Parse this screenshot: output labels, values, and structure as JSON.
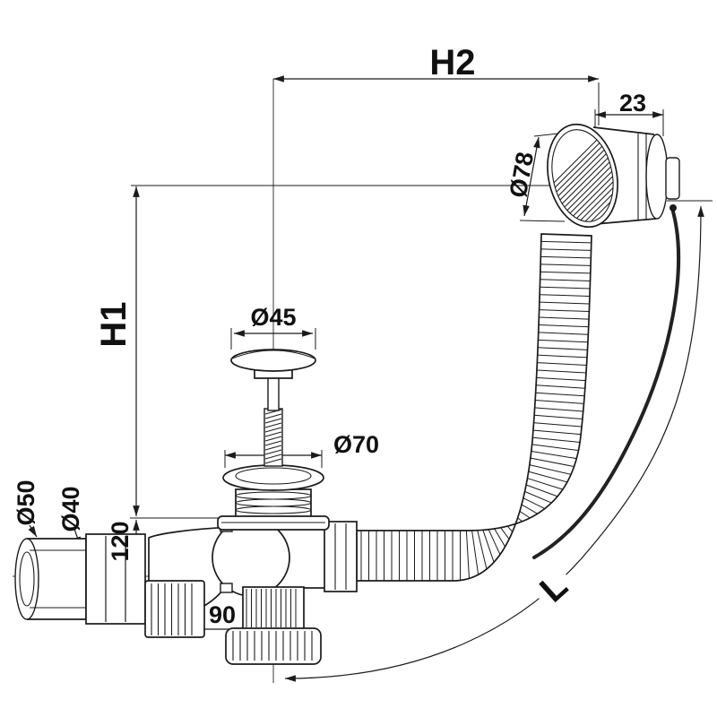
{
  "diagram": {
    "labels": {
      "h2": "H2",
      "h1": "H1",
      "length": "L",
      "dia45": "Ø45",
      "dia70": "Ø70",
      "dia78": "Ø78",
      "dim23": "23",
      "dia50": "Ø50",
      "dia40": "Ø40",
      "dim120": "120",
      "dim90": "90"
    },
    "colors": {
      "line": "#1b1b1b",
      "cable": "#222222",
      "background": "#ffffff"
    }
  }
}
